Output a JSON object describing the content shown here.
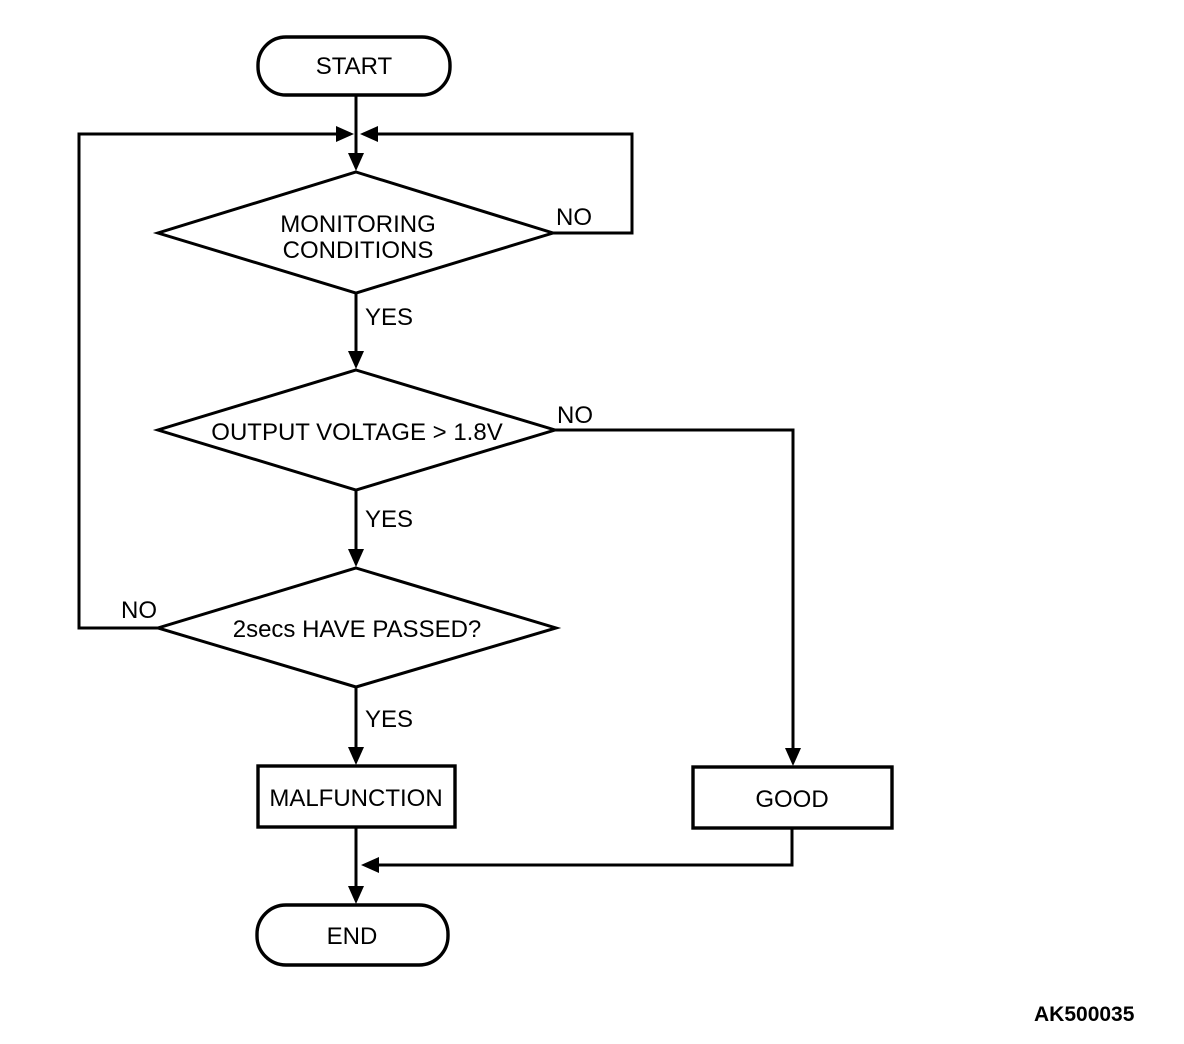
{
  "flowchart": {
    "nodes": {
      "start": {
        "label": "START",
        "type": "terminator"
      },
      "monitoring_conditions": {
        "line1": "MONITORING",
        "line2": "CONDITIONS",
        "type": "decision"
      },
      "output_voltage": {
        "label": "OUTPUT VOLTAGE > 1.8V",
        "type": "decision"
      },
      "two_secs_passed": {
        "label": "2secs HAVE PASSED?",
        "type": "decision"
      },
      "malfunction": {
        "label": "MALFUNCTION",
        "type": "process"
      },
      "good": {
        "label": "GOOD",
        "type": "process"
      },
      "end": {
        "label": "END",
        "type": "terminator"
      }
    },
    "edge_labels": {
      "monitoring_no": "NO",
      "monitoring_yes": "YES",
      "voltage_no": "NO",
      "voltage_yes": "YES",
      "passed_no": "NO",
      "passed_yes": "YES"
    },
    "figure_code": "AK500035",
    "colors": {
      "line": "#000000",
      "background": "#ffffff",
      "text": "#000000"
    }
  }
}
